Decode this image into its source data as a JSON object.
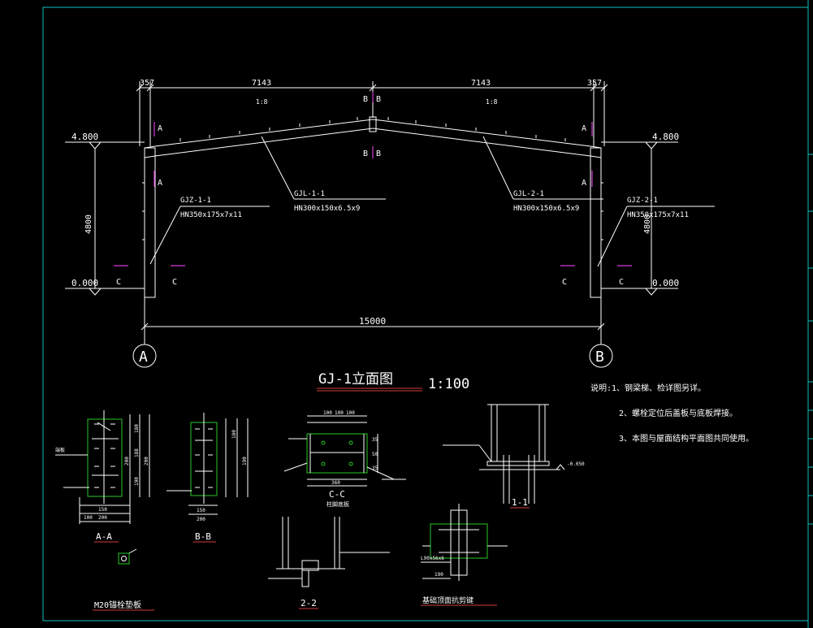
{
  "colors": {
    "background": "#000000",
    "frame": "#11bfbf",
    "line": "#ffffff",
    "plate": "#27c827",
    "section_mark": "#d23cd2",
    "underline": "#d23c3c"
  },
  "elevation": {
    "dims_top": {
      "left_end": "357",
      "left_span": "7143",
      "right_span": "7143",
      "right_end": "357"
    },
    "slopes": {
      "left": "1:8",
      "right": "1:8"
    },
    "section_marks": {
      "b": "B",
      "a": "A",
      "c": "C"
    },
    "levels": {
      "left_top": "4.800",
      "right_top": "4.800",
      "left_base": "0.000",
      "right_base": "0.000"
    },
    "side_dims": {
      "left": "4800",
      "right": "4800"
    },
    "total_span": "15000",
    "axes": {
      "left": "A",
      "right": "B"
    },
    "members": {
      "left_column": {
        "id": "GJZ-1-1",
        "section": "HN350x175x7x11"
      },
      "left_beam": {
        "id": "GJL-1-1",
        "section": "HN300x150x6.5x9"
      },
      "right_beam": {
        "id": "GJL-2-1",
        "section": "HN300x150x6.5x9"
      },
      "right_column": {
        "id": "GJZ-2-1",
        "section": "HN350x175x7x11"
      }
    }
  },
  "title": {
    "name": "GJ-1立面图",
    "scale": "1:100"
  },
  "notes": [
    "说明:1、钢梁梯、检详图另详。",
    "2、螺栓定位后盖板与底板焊接。",
    "3、本图与屋面结构平面图共同使用。"
  ],
  "details": {
    "aa": {
      "label": "A-A",
      "note_left": "端板",
      "dims_right": [
        "180",
        "188",
        "200",
        "190",
        "200"
      ],
      "dims_bottom": [
        "150",
        "200",
        "100"
      ]
    },
    "bb": {
      "label": "B-B",
      "dims_right": [
        "180",
        "190"
      ],
      "dims_bottom": [
        "150",
        "200"
      ]
    },
    "cc": {
      "label": "C-C",
      "sub": "柱脚底板",
      "dims_top": [
        "100",
        "100",
        "100"
      ],
      "dims_right": [
        "35",
        "50",
        "35"
      ],
      "dims_bottom": [
        "360"
      ]
    },
    "m20": {
      "label": "M20锚栓垫板"
    },
    "s11": {
      "label": "1-1",
      "level": "-0.050"
    },
    "s22": {
      "label": "2-2"
    },
    "shear": {
      "label": "基础顶面抗剪键",
      "note": "L90x56x6",
      "dim": "190"
    }
  }
}
